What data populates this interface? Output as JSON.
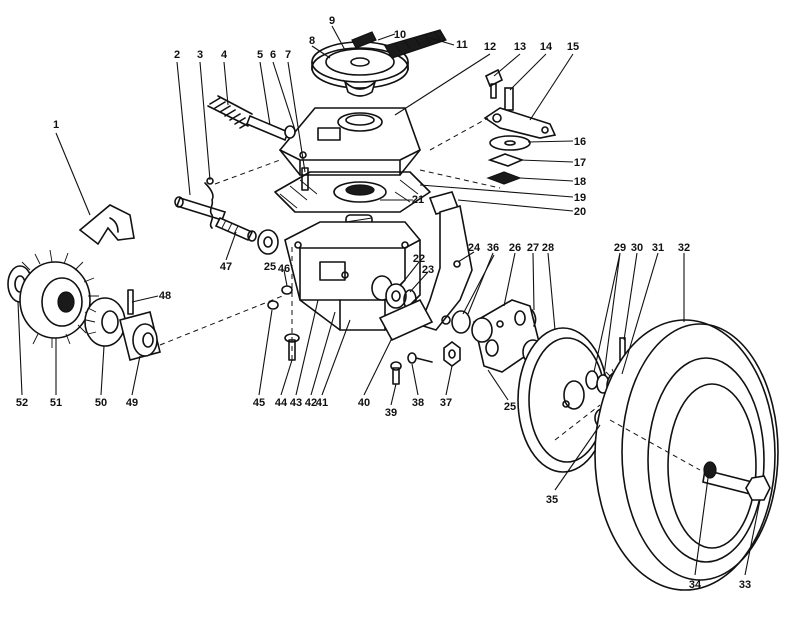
{
  "diagram": {
    "callouts": [
      {
        "id": "1",
        "label": "1"
      },
      {
        "id": "2",
        "label": "2"
      },
      {
        "id": "3",
        "label": "3"
      },
      {
        "id": "4",
        "label": "4"
      },
      {
        "id": "5",
        "label": "5"
      },
      {
        "id": "6",
        "label": "6"
      },
      {
        "id": "7",
        "label": "7"
      },
      {
        "id": "8",
        "label": "8"
      },
      {
        "id": "9",
        "label": "9"
      },
      {
        "id": "10",
        "label": "10"
      },
      {
        "id": "11",
        "label": "11"
      },
      {
        "id": "12",
        "label": "12"
      },
      {
        "id": "13",
        "label": "13"
      },
      {
        "id": "14",
        "label": "14"
      },
      {
        "id": "15",
        "label": "15"
      },
      {
        "id": "16",
        "label": "16"
      },
      {
        "id": "17",
        "label": "17"
      },
      {
        "id": "18",
        "label": "18"
      },
      {
        "id": "19",
        "label": "19"
      },
      {
        "id": "20",
        "label": "20"
      },
      {
        "id": "21",
        "label": "21"
      },
      {
        "id": "22",
        "label": "22"
      },
      {
        "id": "23",
        "label": "23"
      },
      {
        "id": "24",
        "label": "24"
      },
      {
        "id": "25a",
        "label": "25"
      },
      {
        "id": "25b",
        "label": "25"
      },
      {
        "id": "26",
        "label": "26"
      },
      {
        "id": "27",
        "label": "27"
      },
      {
        "id": "28",
        "label": "28"
      },
      {
        "id": "29",
        "label": "29"
      },
      {
        "id": "30",
        "label": "30"
      },
      {
        "id": "31",
        "label": "31"
      },
      {
        "id": "32",
        "label": "32"
      },
      {
        "id": "33",
        "label": "33"
      },
      {
        "id": "34",
        "label": "34"
      },
      {
        "id": "35",
        "label": "35"
      },
      {
        "id": "36",
        "label": "36"
      },
      {
        "id": "37",
        "label": "37"
      },
      {
        "id": "38",
        "label": "38"
      },
      {
        "id": "39",
        "label": "39"
      },
      {
        "id": "40",
        "label": "40"
      },
      {
        "id": "41",
        "label": "41"
      },
      {
        "id": "42",
        "label": "42"
      },
      {
        "id": "43",
        "label": "43"
      },
      {
        "id": "44",
        "label": "44"
      },
      {
        "id": "45",
        "label": "45"
      },
      {
        "id": "46",
        "label": "46"
      },
      {
        "id": "47",
        "label": "47"
      },
      {
        "id": "48",
        "label": "48"
      },
      {
        "id": "49",
        "label": "49"
      },
      {
        "id": "50",
        "label": "50"
      },
      {
        "id": "51",
        "label": "51"
      },
      {
        "id": "52",
        "label": "52"
      }
    ]
  }
}
